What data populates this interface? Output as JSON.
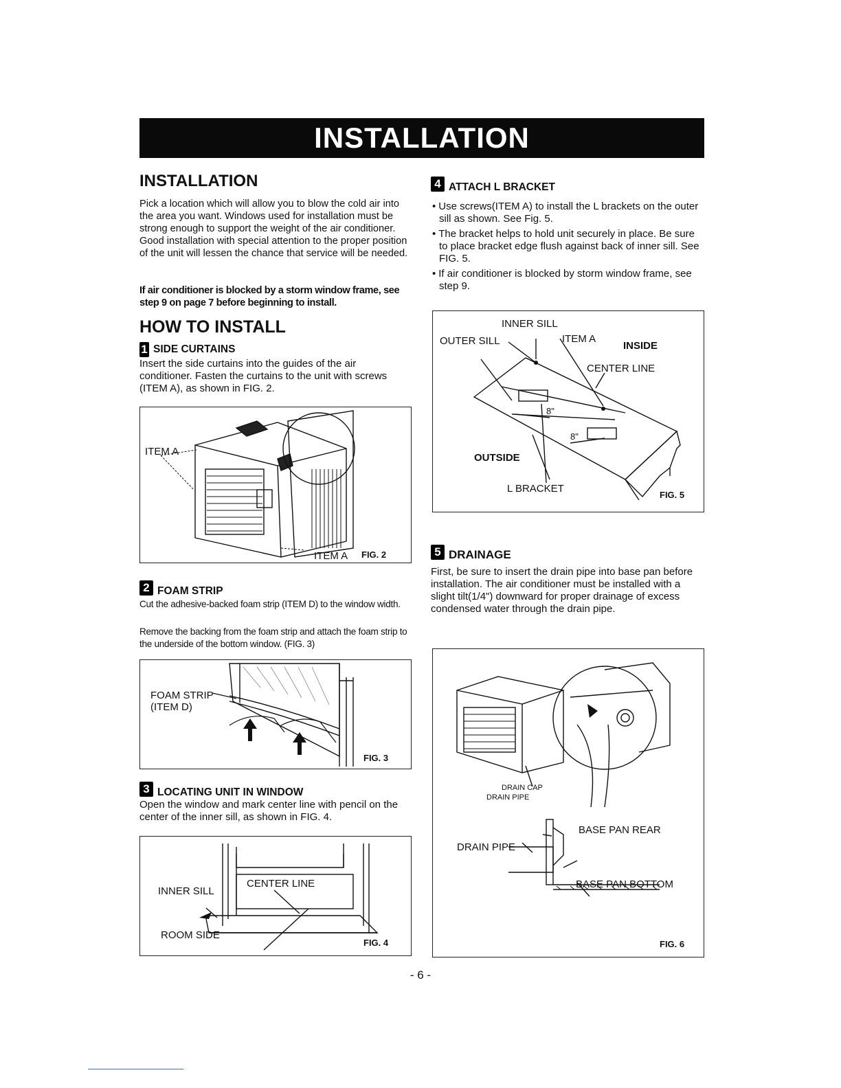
{
  "banner": "INSTALLATION",
  "installation": {
    "heading": "INSTALLATION",
    "body": "Pick a location which will allow you to blow the cold air into the area you want. Windows used for installation must be strong enough to support the weight of the air conditioner. Good installation with special attention to the proper position of the unit will lessen the chance that service will be needed.",
    "note": "If air conditioner is blocked by a storm window frame, see step 9 on page 7 before beginning to install."
  },
  "how_to": {
    "heading": "HOW TO INSTALL"
  },
  "steps": [
    {
      "num": "1",
      "title": "SIDE CURTAINS",
      "body": "Insert the side curtains into the guides of the air conditioner. Fasten the curtains to the unit with screws (ITEM A), as shown in FIG. 2."
    },
    {
      "num": "2",
      "title": "FOAM STRIP",
      "body1": "Cut the adhesive-backed foam strip (ITEM D) to the window width.",
      "body2": "Remove the backing from the foam strip and attach the foam strip to the underside of the bottom window. (FIG. 3)"
    },
    {
      "num": "3",
      "title": "LOCATING UNIT IN WINDOW",
      "body": "Open the window and mark center line with pencil on the center of the inner sill, as shown in FIG. 4."
    },
    {
      "num": "4",
      "title": "ATTACH L BRACKET",
      "bullets": [
        "Use screws(ITEM A) to install the L brackets on the outer sill as shown. See Fig. 5.",
        "The bracket helps to hold unit securely in place. Be sure to place bracket edge flush against back of inner sill. See FIG. 5.",
        "If air conditioner is blocked by storm window frame, see step 9."
      ]
    },
    {
      "num": "5",
      "title": "DRAINAGE",
      "body": "First, be sure to insert the drain pipe into base pan before installation. The air conditioner must be installed with a slight tilt(1/4\") downward for proper drainage of excess condensed water through the drain pipe."
    }
  ],
  "fig2": {
    "label": "FIG. 2",
    "item_a_1": "ITEM A",
    "item_a_2": "ITEM A"
  },
  "fig3": {
    "label": "FIG. 3",
    "foam_strip": "FOAM STRIP",
    "item_d": "(ITEM D)"
  },
  "fig4": {
    "label": "FIG. 4",
    "inner_sill": "INNER SILL",
    "center_line": "CENTER LINE",
    "room_side": "ROOM SIDE"
  },
  "fig5": {
    "label": "FIG. 5",
    "inner_sill": "INNER SILL",
    "outer_sill": "OUTER SILL",
    "item_a": "ITEM A",
    "inside": "INSIDE",
    "center_line": "CENTER LINE",
    "dim1": "8\"",
    "dim2": "8\"",
    "outside": "OUTSIDE",
    "l_bracket": "L BRACKET"
  },
  "fig6": {
    "label": "FIG. 6",
    "drain_cap": "DRAIN CAP",
    "drain_pipe_small": "DRAIN PIPE",
    "base_pan_rear": "BASE PAN REAR",
    "drain_pipe": "DRAIN PIPE",
    "base_pan_bottom": "BASE PAN BOTTOM"
  },
  "page_number": "- 6 -"
}
